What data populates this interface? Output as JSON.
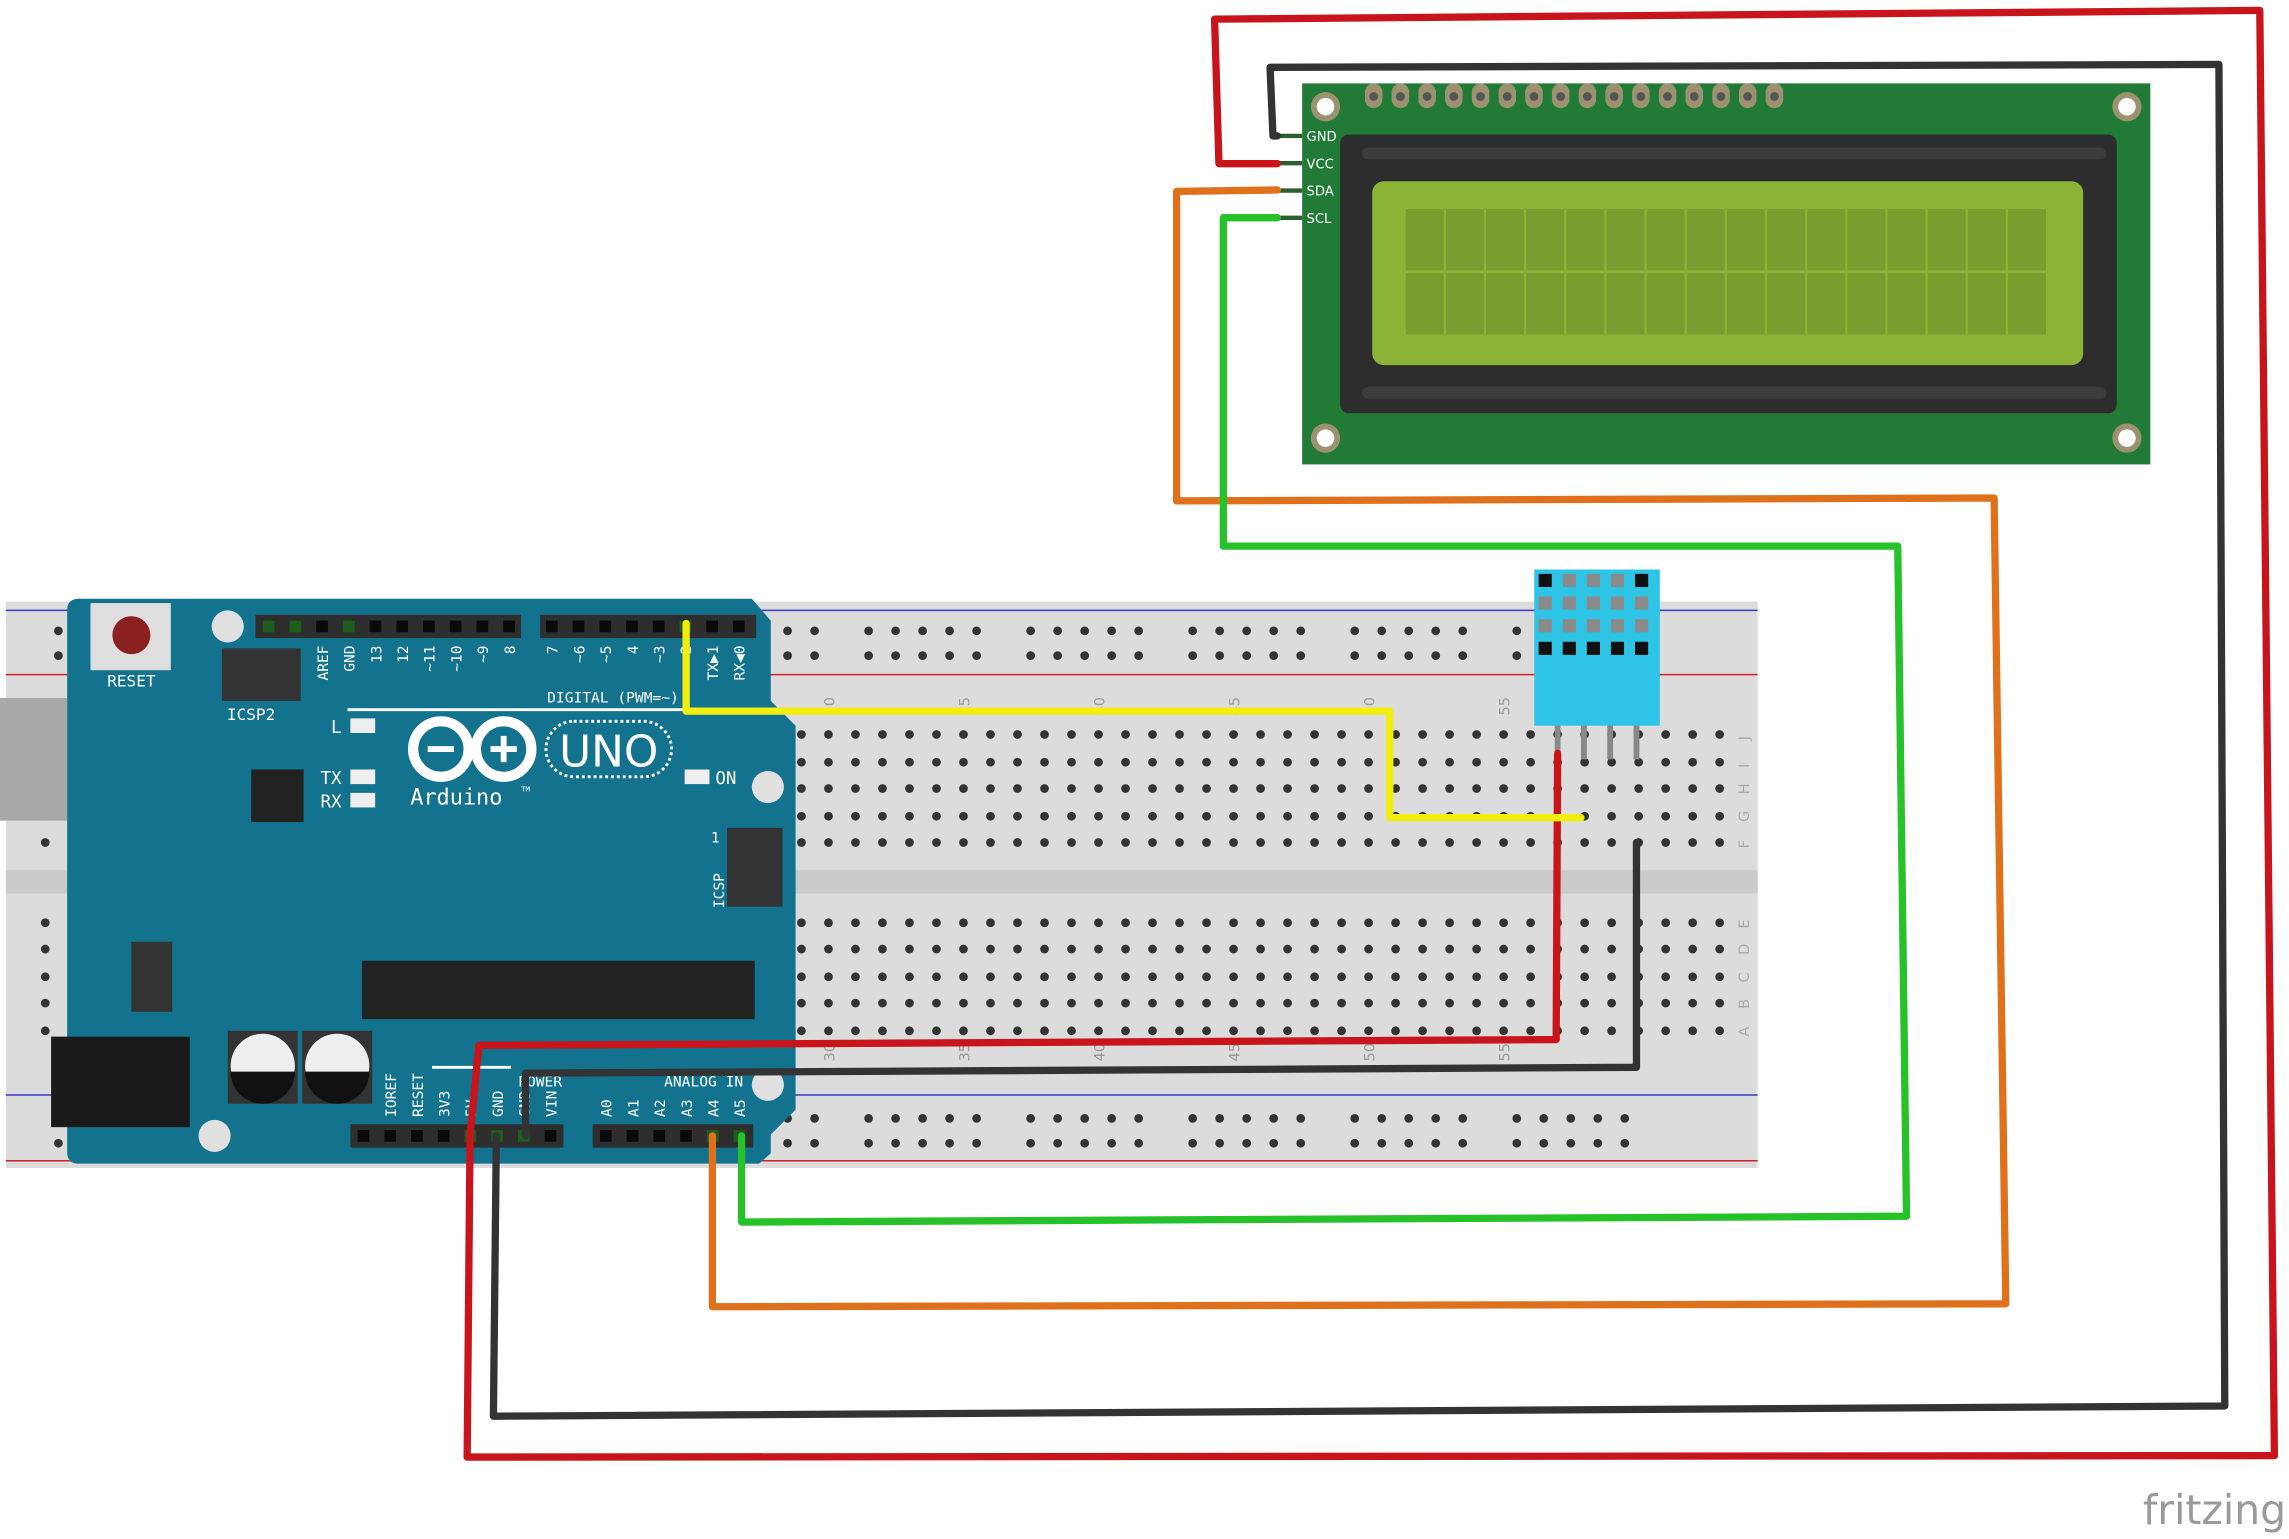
{
  "arduino": {
    "reset_label": "RESET",
    "icsp2_label": "ICSP2",
    "digital_label": "DIGITAL (PWM=~)",
    "digital_pins_left": [
      "",
      "",
      "AREF",
      "GND",
      "13",
      "12",
      "~11",
      "~10",
      "~9",
      "8"
    ],
    "digital_pins_right": [
      "7",
      "~6",
      "~5",
      "4",
      "~3",
      "2",
      "TX▶1",
      "RX◀0"
    ],
    "led_l": "L",
    "led_tx": "TX",
    "led_rx": "RX",
    "led_on": "ON",
    "logo_model": "UNO",
    "logo_brand": "Arduino",
    "logo_tm": "TM",
    "icsp_label": "ICSP",
    "icsp_pin1": "1",
    "power_label": "POWER",
    "power_pins": [
      "",
      "IOREF",
      "RESET",
      "3V3",
      "5V",
      "GND",
      "GND",
      "VIN"
    ],
    "analog_label": "ANALOG IN",
    "analog_pins": [
      "A0",
      "A1",
      "A2",
      "A3",
      "A4",
      "A5"
    ],
    "board_color": "#13738f"
  },
  "lcd": {
    "pins": [
      "GND",
      "VCC",
      "SDA",
      "SCL"
    ],
    "pcb_color": "#217a36",
    "screen_color": "#8bb335"
  },
  "dht_sensor": {
    "color": "#2ec4e6"
  },
  "breadboard": {
    "column_numbers": [
      "30",
      "35",
      "40",
      "45",
      "50",
      "55"
    ],
    "top_row_letters": [
      "J",
      "I",
      "H",
      "G",
      "F"
    ],
    "bottom_row_letters": [
      "E",
      "D",
      "C",
      "B",
      "A"
    ]
  },
  "wires": {
    "red": "#c8141b",
    "black": "#333333",
    "orange": "#e0711c",
    "green": "#27c12a",
    "yellow": "#f2ee10"
  },
  "watermark": "fritzing"
}
